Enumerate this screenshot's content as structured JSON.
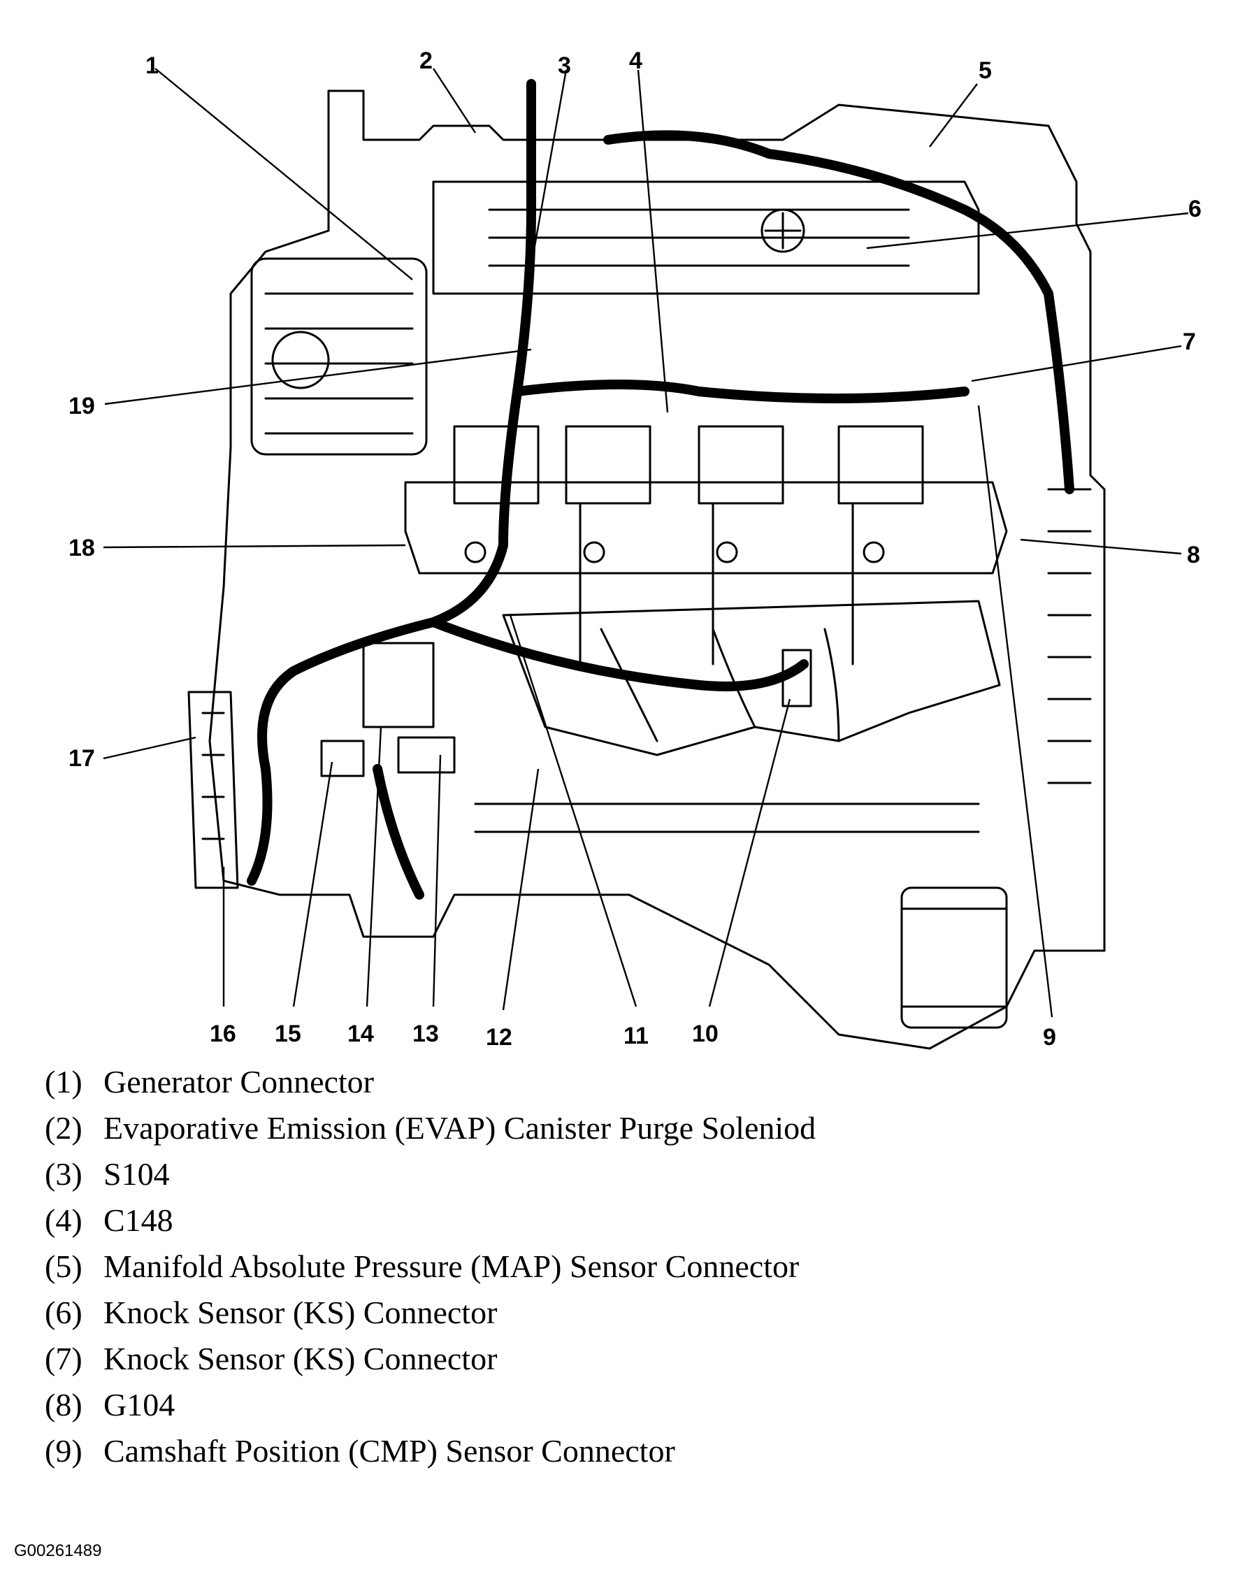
{
  "diagram": {
    "callouts": [
      "1",
      "2",
      "3",
      "4",
      "5",
      "6",
      "7",
      "8",
      "9",
      "10",
      "11",
      "12",
      "13",
      "14",
      "15",
      "16",
      "17",
      "18",
      "19"
    ]
  },
  "legend": [
    {
      "num": "(1)",
      "label": "Generator Connector"
    },
    {
      "num": "(2)",
      "label": "Evaporative Emission (EVAP) Canister Purge Soleniod"
    },
    {
      "num": "(3)",
      "label": "S104"
    },
    {
      "num": "(4)",
      "label": "C148"
    },
    {
      "num": "(5)",
      "label": "Manifold Absolute Pressure (MAP) Sensor Connector"
    },
    {
      "num": "(6)",
      "label": "Knock Sensor (KS) Connector"
    },
    {
      "num": "(7)",
      "label": "Knock Sensor (KS) Connector"
    },
    {
      "num": "(8)",
      "label": "G104"
    },
    {
      "num": "(9)",
      "label": "Camshaft Position (CMP) Sensor Connector"
    }
  ],
  "figure_id": "G00261489"
}
